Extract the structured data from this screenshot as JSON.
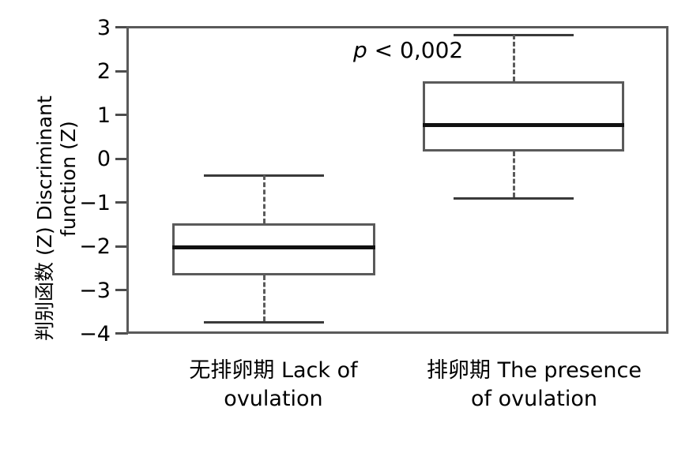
{
  "chart_data": {
    "type": "box",
    "title": "",
    "xlabel": "",
    "ylabel": "判别函数 (Z) Discriminant function (Z)",
    "ylabel_lines": [
      "判别函数 (Z) Discriminant",
      "function (Z)"
    ],
    "ylim": [
      -4,
      3
    ],
    "yticks": [
      3,
      2,
      1,
      0,
      -1,
      -2,
      -3,
      -4
    ],
    "ytick_labels": [
      "3",
      "2",
      "1",
      "0",
      "−1",
      "−2",
      "−3",
      "−4"
    ],
    "grid": false,
    "legend": "none",
    "categories": [
      "无排卵期 Lack of ovulation",
      "排卵期 The presence of ovulation"
    ],
    "category_lines": [
      [
        "无排卵期 Lack of",
        "ovulation"
      ],
      [
        "排卵期 The presence",
        "of ovulation"
      ]
    ],
    "boxes": [
      {
        "category": "无排卵期 Lack of ovulation",
        "whisker_low": -3.71,
        "q1": -2.73,
        "median": -2.07,
        "q3": -1.53,
        "whisker_high": -0.44
      },
      {
        "category": "排卵期 The presence of ovulation",
        "whisker_low": -0.93,
        "q1": 0.11,
        "median": 0.74,
        "q3": 1.76,
        "whisker_high": 2.82
      }
    ],
    "annotations": [
      {
        "name": "p-value",
        "italic_prefix": "p",
        "text": " < 0,002",
        "full_text": "p < 0,002",
        "x_value": 0.62,
        "y_value": 2.35
      }
    ]
  },
  "colors": {
    "axis": "#5a5a5a",
    "box_outline": "#5a5a5a",
    "median": "#111111",
    "whisker": "#5a5a5a",
    "background": "#ffffff",
    "text": "#000000"
  }
}
